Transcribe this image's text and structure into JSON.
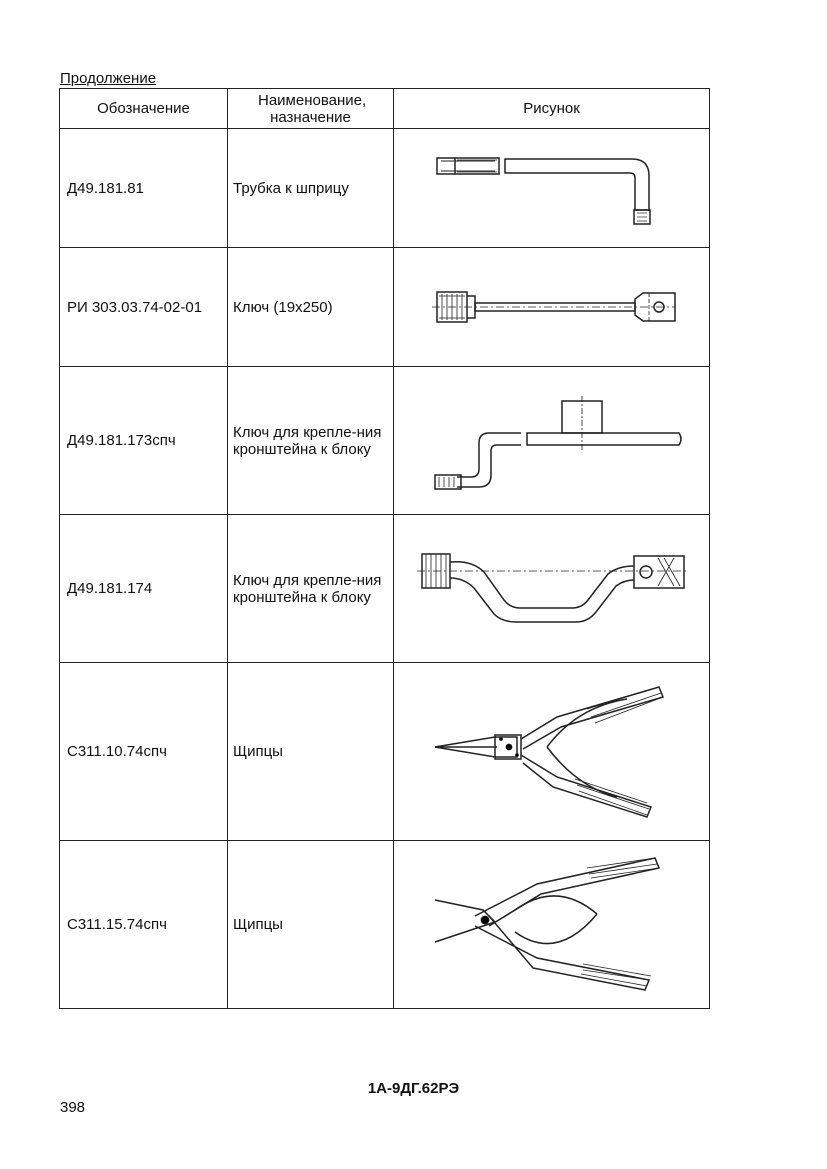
{
  "header": {
    "continued_label": "Продолжение"
  },
  "table": {
    "columns": [
      "Обозначение",
      "Наименование, назначение",
      "Рисунок"
    ],
    "rows": [
      {
        "code": "Д49.181.81",
        "name": "Трубка к шприцу",
        "drawing": "syringe-tube-drawing"
      },
      {
        "code": "РИ 303.03.74-02-01",
        "name": "Ключ (19х250)",
        "drawing": "wrench-drawing"
      },
      {
        "code": "Д49.181.173спч",
        "name": "Ключ для крепле-ния кронштейна к блоку",
        "drawing": "bracket-key-drawing"
      },
      {
        "code": "Д49.181.174",
        "name": "Ключ для крепле-ния кронштейна к блоку",
        "drawing": "bracket-key-drawing"
      },
      {
        "code": "С311.10.74спч",
        "name": "Щипцы",
        "drawing": "pliers-drawing"
      },
      {
        "code": "С311.15.74спч",
        "name": "Щипцы",
        "drawing": "pliers-drawing"
      }
    ]
  },
  "footer": {
    "document_code": "1А-9ДГ.62РЭ",
    "page_number": "398"
  }
}
